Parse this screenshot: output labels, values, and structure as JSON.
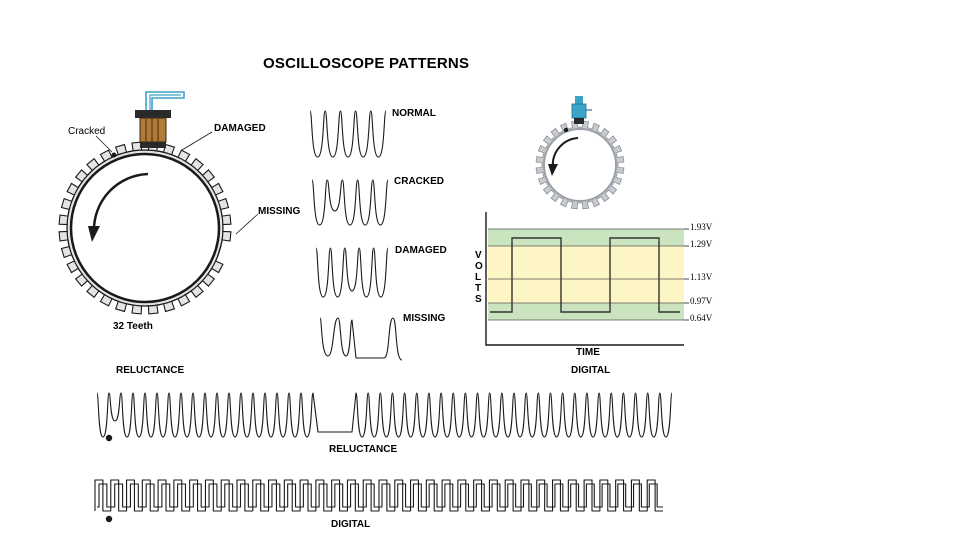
{
  "title": "OSCILLOSCOPE PATTERNS",
  "reluctance_wheel": {
    "caption": "RELUCTANCE",
    "teeth_label": "32 Teeth",
    "cracked_label": "Cracked",
    "damaged_label": "DAMAGED",
    "missing_label": "MISSING"
  },
  "patterns": {
    "normal": "NORMAL",
    "cracked": "CRACKED",
    "damaged": "DAMAGED",
    "missing": "MISSING"
  },
  "digital_panel": {
    "caption": "DIGITAL",
    "y_axis_label": "VOLTS",
    "x_axis_label": "TIME",
    "levels": [
      "1.93V",
      "1.29V",
      "1.13V",
      "0.97V",
      "0.64V"
    ],
    "band_colors": {
      "green": "#c9e4bf",
      "yellow": "#fdf5c4"
    }
  },
  "bottom_strips": {
    "reluctance_caption": "RELUCTANCE",
    "digital_caption": "DIGITAL"
  },
  "colors": {
    "sensor_blue": "#3ba4c9",
    "sensor_body": "#b07a3a",
    "wheel_gray": "#9aa0a6"
  }
}
